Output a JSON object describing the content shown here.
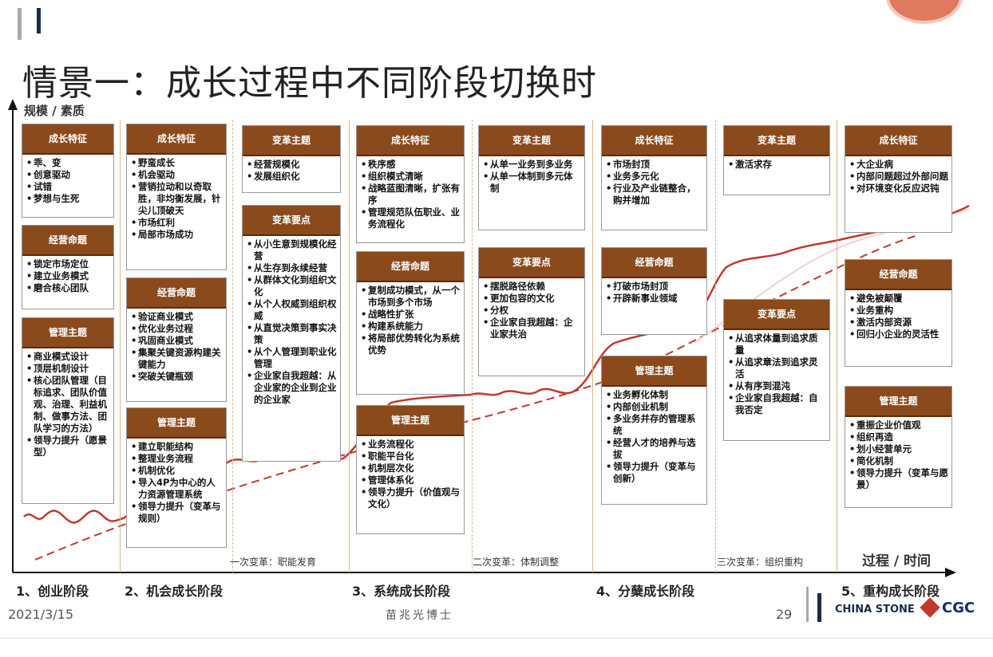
{
  "slide": {
    "title": "情景一：成长过程中不同阶段切换时",
    "y_axis_label": "规模 / 素质",
    "x_axis_label": "过程 / 时间",
    "date": "2021/3/15",
    "author": "苗兆光博士",
    "page_number": "29",
    "logo_chinastone": "CHINA STONE",
    "logo_cgc": "CGC"
  },
  "stages": [
    "1、创业阶段",
    "2、机会成长阶段",
    "3、系统成长阶段",
    "4、分蘖成长阶段",
    "5、重构成长阶段"
  ],
  "revolutions": [
    "一次变革：职能发育",
    "二次变革：体制调整",
    "三次变革：组织重构"
  ],
  "boxes": [
    {
      "title": "成长特征",
      "items": [
        "乖、变",
        "创意驱动",
        "试错",
        "梦想与生死"
      ]
    },
    {
      "title": "经营命题",
      "items": [
        "锁定市场定位",
        "建立业务模式",
        "磨合核心团队"
      ]
    },
    {
      "title": "管理主题",
      "items": [
        "商业模式设计",
        "顶层机制设计",
        "核心团队管理（目标追求、团队价值观、治理、利益机制、做事方法、团队学习的方法）",
        "领导力提升（愿景型）"
      ]
    },
    {
      "title": "成长特征",
      "items": [
        "野蛮成长",
        "机会驱动",
        "营销拉动和以奇取胜，非均衡发展，针尖儿顶破天",
        "市场红利",
        "局部市场成功"
      ]
    },
    {
      "title": "经营命题",
      "items": [
        "验证商业模式",
        "优化业务过程",
        "巩固商业模式",
        "集聚关键资源构建关键能力",
        "突破关键瓶颈"
      ]
    },
    {
      "title": "管理主题",
      "items": [
        "建立职能结构",
        "整理业务流程",
        "机制优化",
        "导入4P为中心的人力资源管理系统",
        "领导力提升（变革与规则）"
      ]
    },
    {
      "title": "变革主题",
      "items": [
        "经营规模化",
        "发展组织化"
      ]
    },
    {
      "title": "变革要点",
      "items": [
        "从小生意到规模化经营",
        "从生存到永续经营",
        "从群体文化到组织文化",
        "从个人权威到组织权威",
        "从直觉决策到事实决策",
        "从个人管理到职业化管理",
        "企业家自我超越：从企业家的企业到企业的企业家"
      ]
    },
    {
      "title": "成长特征",
      "items": [
        "秩序感",
        "组织模式清晰",
        "战略蓝图清晰，扩张有序",
        "管理规范队伍职业、业务流程化"
      ]
    },
    {
      "title": "经营命题",
      "items": [
        "复制成功模式，从一个市场到多个市场",
        "战略性扩张",
        "构建系统能力",
        "将局部优势转化为系统优势"
      ]
    },
    {
      "title": "管理主题",
      "items": [
        "业务流程化",
        "职能平台化",
        "机制层次化",
        "管理体系化",
        "领导力提升（价值观与文化）"
      ]
    },
    {
      "title": "变革主题",
      "items": [
        "从单一业务到多业务",
        "从单一体制到多元体制"
      ]
    },
    {
      "title": "变革要点",
      "items": [
        "摆脱路径依赖",
        "更加包容的文化",
        "分权",
        "企业家自我超越：企业家共治"
      ]
    },
    {
      "title": "成长特征",
      "items": [
        "市场封顶",
        "业务多元化",
        "行业及产业链整合，购并增加"
      ]
    },
    {
      "title": "经营命题",
      "items": [
        "打破市场封顶",
        "开辟新事业领域"
      ]
    },
    {
      "title": "管理主题",
      "items": [
        "业务孵化体制",
        "内部创业机制",
        "多业务并存的管理系统",
        "经营人才的培养与选拔",
        "领导力提升（变革与创新）"
      ]
    },
    {
      "title": "变革主题",
      "items": [
        "激活求存"
      ]
    },
    {
      "title": "变革要点",
      "items": [
        "从追求体量到追求质量",
        "从追求章法到追求灵活",
        "从有序到混沌",
        "企业家自我超越：自我否定"
      ]
    },
    {
      "title": "成长特征",
      "items": [
        "大企业病",
        "内部问题超过外部问题",
        "对环境变化反应迟钝"
      ]
    },
    {
      "title": "经营命题",
      "items": [
        "避免被颠覆",
        "业务重构",
        "激活内部资源",
        "回归小企业的灵活性"
      ]
    },
    {
      "title": "管理主题",
      "items": [
        "重振企业价值观",
        "组织再造",
        "划小经营单元",
        "简化机制",
        "领导力提升（变革与愿景）"
      ]
    }
  ],
  "colors": {
    "header_brown": "#8b4a1c",
    "curve_red": "#c0392b",
    "separator": "#d9b58a"
  }
}
